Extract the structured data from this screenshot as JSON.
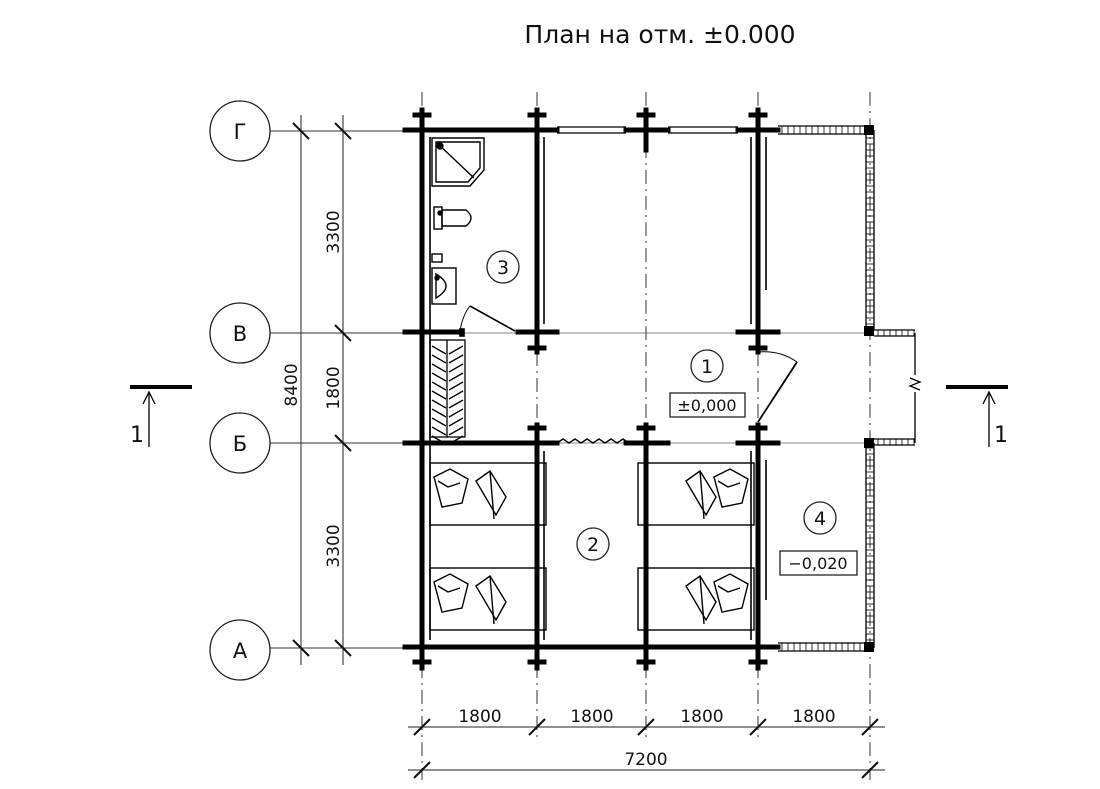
{
  "title": "План на отм. ±0.000",
  "axes_letters": [
    {
      "label": "Г"
    },
    {
      "label": "В"
    },
    {
      "label": "Б"
    },
    {
      "label": "А"
    }
  ],
  "vertical_dims": {
    "segments": [
      "3300",
      "1800",
      "3300"
    ],
    "total": "8400"
  },
  "horizontal_dims": {
    "segments": [
      "1800",
      "1800",
      "1800",
      "1800"
    ],
    "total": "7200"
  },
  "rooms": [
    {
      "number": "1",
      "level": "±0,000"
    },
    {
      "number": "2",
      "level": ""
    },
    {
      "number": "3",
      "level": ""
    },
    {
      "number": "4",
      "level": "−0,020"
    }
  ],
  "section_marks": [
    {
      "label": "1"
    },
    {
      "label": "1"
    }
  ]
}
